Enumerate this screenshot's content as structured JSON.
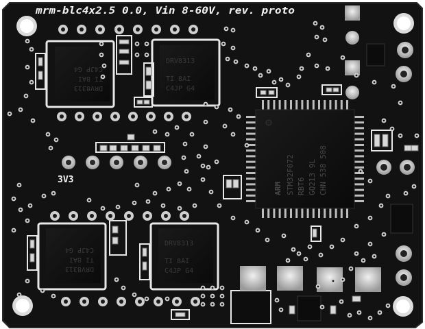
{
  "board": {
    "title": "mrm-blc4x2.5 0.0, Vin 8-60V, rev. proto",
    "rail_label": "3V3"
  },
  "drivers": [
    {
      "line1": "DRV8313",
      "line2": "TI 8AI",
      "line3": "C4JP G4"
    },
    {
      "line1": "DRV8313",
      "line2": "TI 8AI",
      "line3": "C4JP G4"
    },
    {
      "line1": "DRV8313",
      "line2": "TI 8AI",
      "line3": "C4JP G4"
    },
    {
      "line1": "DRV8313",
      "line2": "TI 8AI",
      "line3": "C4JP G4"
    }
  ],
  "mcu": {
    "brand": "ARM",
    "part": "STM32F072",
    "line3": "RBT6",
    "line4": "GQ213 9L",
    "line5": "CHN 538 508"
  },
  "colors": {
    "pcb": "#121212",
    "silkscreen": "#f2f2f2",
    "pad": "#cfcfcf",
    "chip": "#0e0e0e"
  }
}
